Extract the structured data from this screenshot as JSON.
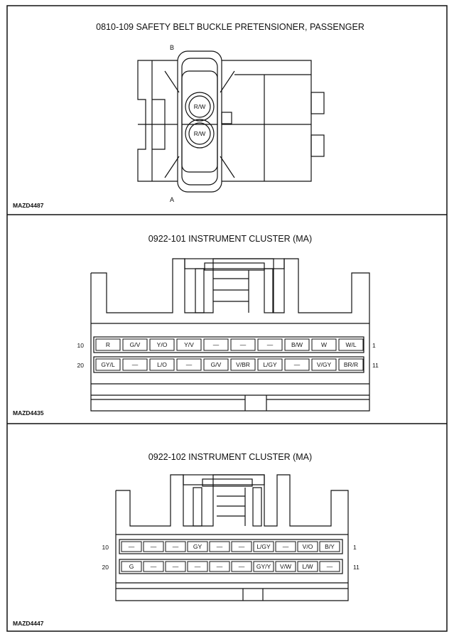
{
  "diagram_1": {
    "title": "0810-109 SAFETY BELT BUCKLE PRETENSIONER, PASSENGER",
    "code": "MAZD4487",
    "label_top": "B",
    "label_bottom": "A",
    "terminal_top": "R/W",
    "terminal_bottom": "R/W"
  },
  "diagram_2": {
    "title": "0922-101 INSTRUMENT CLUSTER (MA)",
    "code": "MAZD4435",
    "row1_left_pin": "10",
    "row1_right_pin": "1",
    "row2_left_pin": "20",
    "row2_right_pin": "11",
    "row1": [
      "R",
      "G/V",
      "Y/O",
      "Y/V",
      "—",
      "—",
      "—",
      "B/W",
      "W",
      "W/L"
    ],
    "row2": [
      "GY/L",
      "—",
      "L/O",
      "—",
      "G/V",
      "V/BR",
      "L/GY",
      "—",
      "V/GY",
      "BR/R"
    ]
  },
  "diagram_3": {
    "title": "0922-102 INSTRUMENT CLUSTER (MA)",
    "code": "MAZD4447",
    "row1_left_pin": "10",
    "row1_right_pin": "1",
    "row2_left_pin": "20",
    "row2_right_pin": "11",
    "row1": [
      "—",
      "—",
      "—",
      "GY",
      "—",
      "—",
      "L/GY",
      "—",
      "V/O",
      "B/Y"
    ],
    "row2": [
      "G",
      "—",
      "—",
      "—",
      "—",
      "—",
      "GY/Y",
      "V/W",
      "L/W",
      "—"
    ]
  }
}
